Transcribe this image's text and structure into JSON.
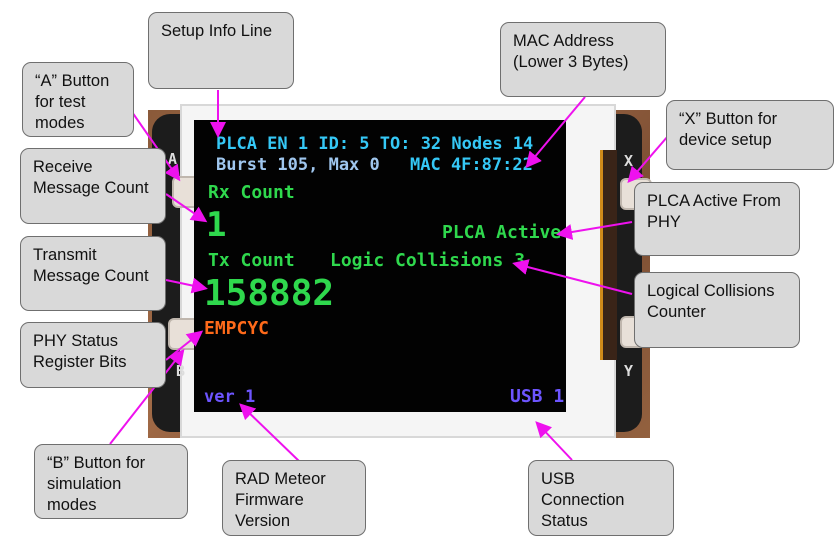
{
  "screen": {
    "setup_line": "PLCA EN 1  ID: 5  TO: 32 Nodes 14",
    "burst_line": "Burst 105, Max 0",
    "mac_line": "MAC 4F:87:22",
    "rx_label": "Rx Count",
    "rx_value": "1",
    "plca_status": "PLCA Active",
    "tx_label": "Tx Count",
    "logic_collisions": "Logic Collisions 3",
    "tx_value": "158882",
    "phy_status": "EMPCYC",
    "version": "ver 1",
    "usb_status": "USB 1",
    "button_x": "X",
    "button_y": "Y",
    "button_a": "A",
    "button_b": "B"
  },
  "callouts": {
    "setup_info": "Setup Info Line",
    "mac_address": "MAC Address (Lower 3 Bytes)",
    "a_button": "“A” Button for test modes",
    "x_button": "“X” Button for device setup",
    "receive_count": "Receive Message Count",
    "plca_active": "PLCA Active From PHY",
    "transmit_count": "Transmit Message Count",
    "logical_collisions": "Logical Collisions Counter",
    "phy_status": "PHY Status Register Bits",
    "b_button": "“B” Button for simulation modes",
    "firmware_version": "RAD Meteor Firmware Version",
    "usb_connection": "USB Connection Status"
  },
  "colors": {
    "arrow": "#ee11ee",
    "screen_cyan": "#35c8f6",
    "screen_green": "#2fd84d",
    "screen_orange": "#ff6a1a",
    "screen_purple": "#6d55ff"
  }
}
